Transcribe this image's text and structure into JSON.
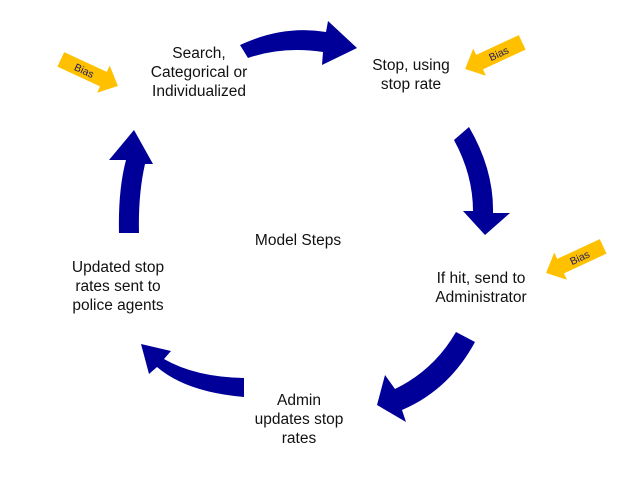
{
  "diagram": {
    "center_label": "Model Steps",
    "steps": [
      {
        "id": "search",
        "lines": [
          "Search,",
          "Categorical or",
          "Individualized"
        ]
      },
      {
        "id": "stop",
        "lines": [
          "Stop, using",
          "stop rate"
        ]
      },
      {
        "id": "hit",
        "lines": [
          "If hit, send to",
          "Administrator"
        ]
      },
      {
        "id": "admin",
        "lines": [
          "Admin",
          "updates stop",
          "rates"
        ]
      },
      {
        "id": "updated",
        "lines": [
          "Updated stop",
          "rates sent to",
          "police agents"
        ]
      }
    ],
    "bias_tag_label": "Bias",
    "colors": {
      "cycle_arrow": "#000099",
      "bias_arrow": "#ffc000",
      "bias_text": "#1a1a66",
      "text": "#111111"
    }
  }
}
